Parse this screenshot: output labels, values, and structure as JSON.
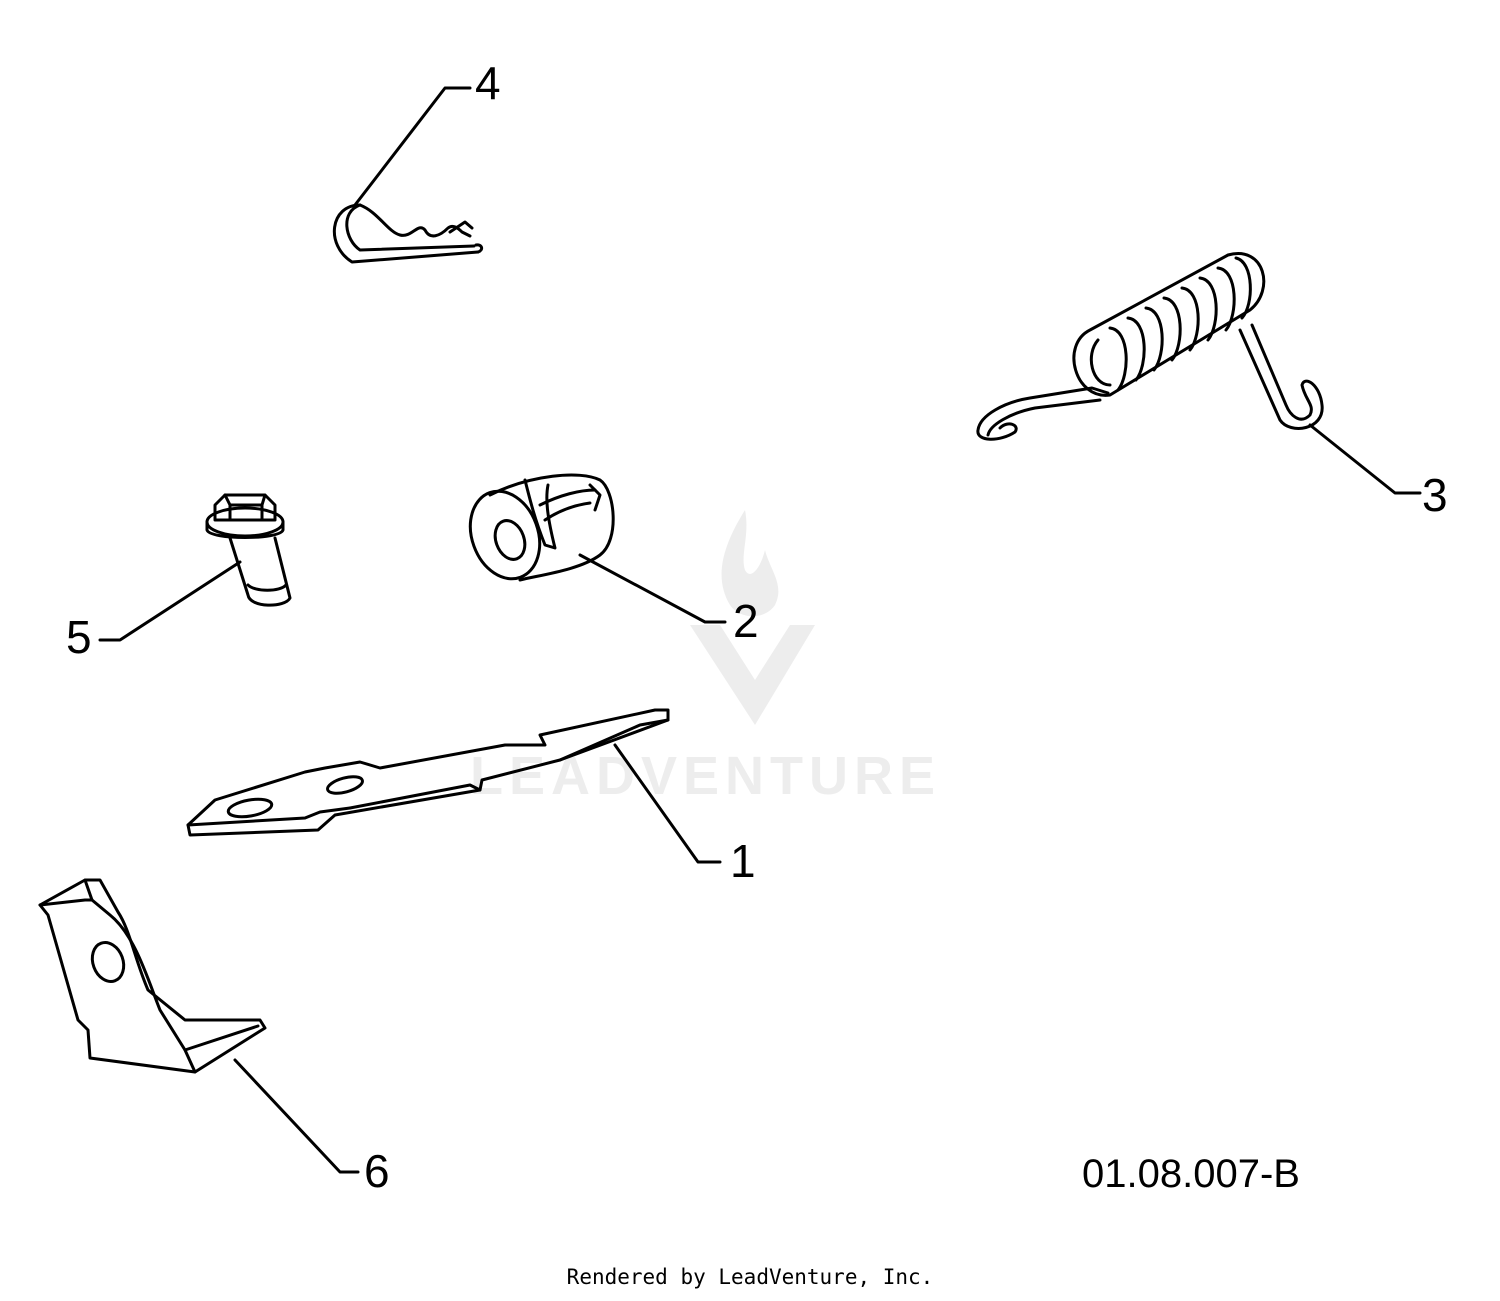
{
  "callouts": [
    {
      "id": "1",
      "label": "1"
    },
    {
      "id": "2",
      "label": "2"
    },
    {
      "id": "3",
      "label": "3"
    },
    {
      "id": "4",
      "label": "4"
    },
    {
      "id": "5",
      "label": "5"
    },
    {
      "id": "6",
      "label": "6"
    }
  ],
  "diagram_code": "01.08.007-B",
  "watermark": {
    "text": "LEADVENTURE",
    "icon": "flame-chevron-logo"
  },
  "footer": {
    "text": "Rendered by LeadVenture, Inc."
  },
  "colors": {
    "line": "#000000",
    "background": "#ffffff",
    "watermark": "#ededed"
  }
}
